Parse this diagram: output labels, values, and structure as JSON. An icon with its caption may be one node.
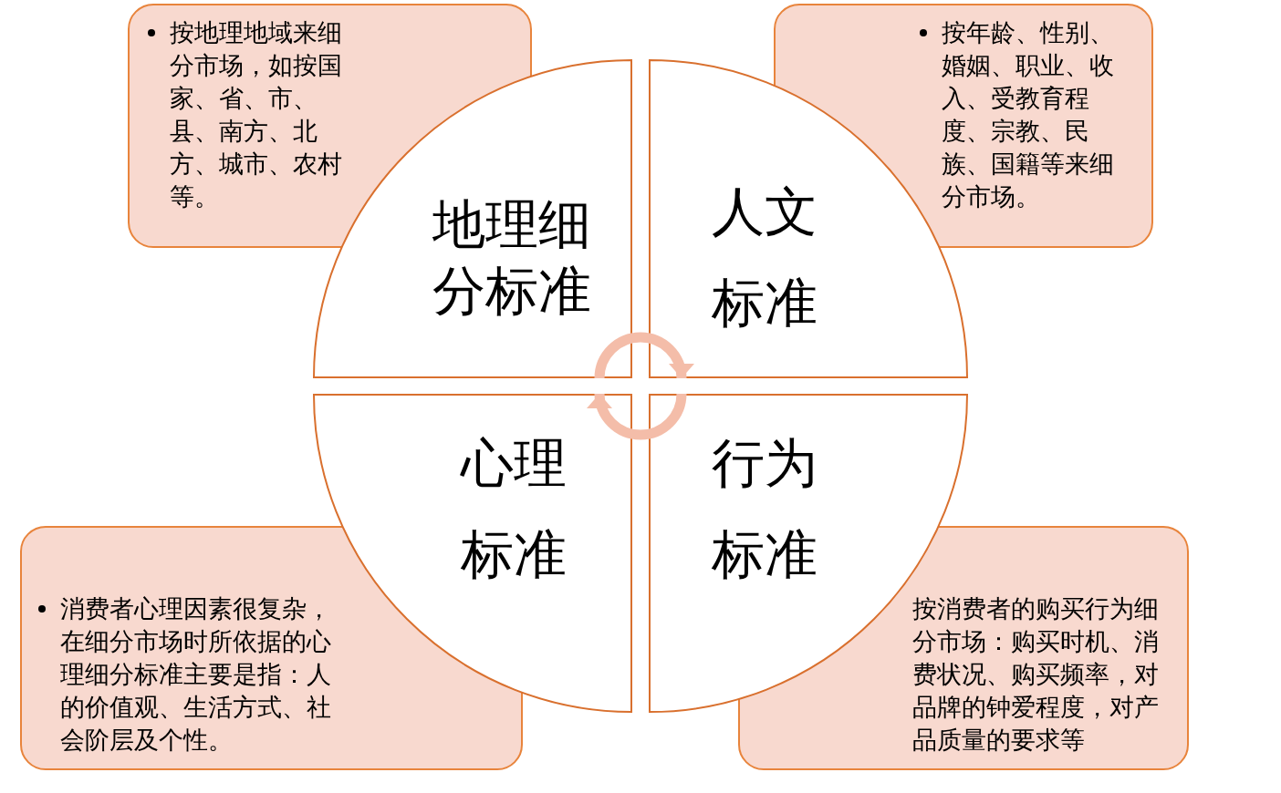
{
  "diagram": {
    "nodes": [
      {
        "text": [
          "按地理地域来细分市场，如按国家、省、市、县、南方、北方、城市、农村等。"
        ]
      },
      {
        "text": [
          "按年龄、性别、婚姻、职业、收入、受教育程度、宗教、民族、国籍等来细分市场。"
        ]
      },
      {
        "text": [
          "地理细分标准"
        ]
      },
      {
        "text": [
          "人文标准"
        ]
      },
      {
        "text": [
          "心理标准"
        ]
      },
      {
        "text": [
          "行为标准"
        ]
      },
      {
        "text": [
          "消费者心理因素很复杂，在细分市场时所依据的心理细分标准主要是指：人的价值观、生活方式、社会阶层及个性。"
        ]
      },
      {
        "text": [
          "按消费者的购买行为细分市场：购买时机、消费状况、购买频率，对品牌的钟爱程度，对产品质量的要求等"
        ]
      }
    ],
    "edges": [
      {
        "from": 2,
        "to": 3,
        "arrow": "to"
      },
      {
        "from": 5,
        "to": 4,
        "arrow": "to"
      }
    ]
  }
}
